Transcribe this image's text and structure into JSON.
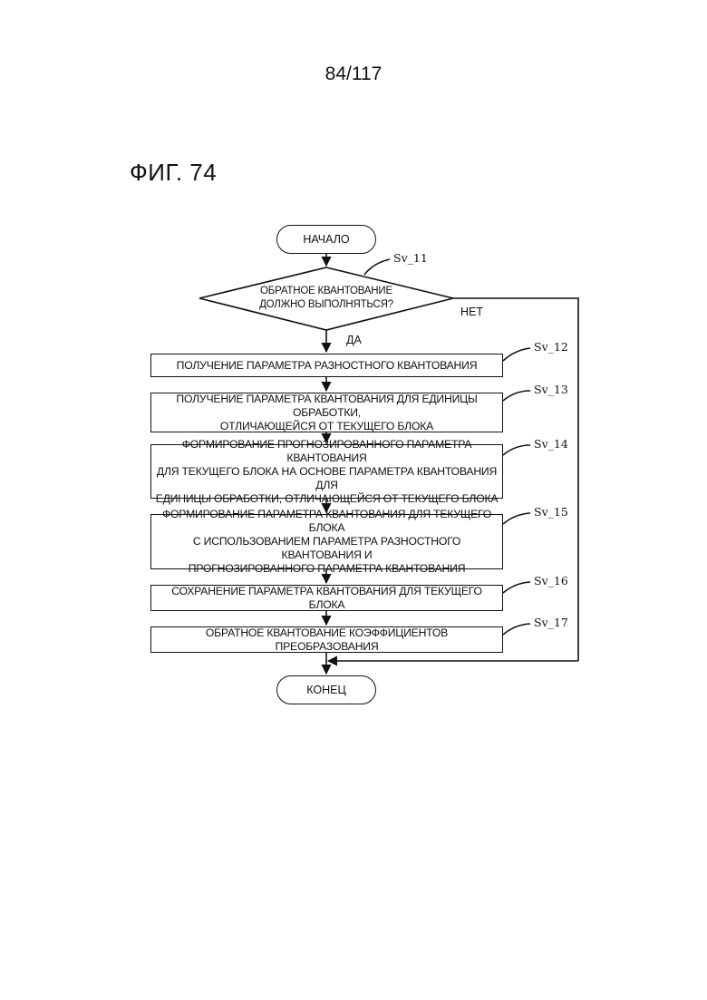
{
  "page": {
    "number": "84/117",
    "figure": "ФИГ. 74"
  },
  "flow": {
    "start": "НАЧАЛО",
    "end": "КОНЕЦ",
    "decision": {
      "step": "Sv_11",
      "lines": [
        "ОБРАТНОЕ КВАНТОВАНИЕ",
        "ДОЛЖНО ВЫПОЛНЯТЬСЯ?"
      ],
      "yes": "ДА",
      "no": "НЕТ"
    },
    "steps": [
      {
        "id": "Sv_12",
        "lines": [
          "ПОЛУЧЕНИЕ ПАРАМЕТРА РАЗНОСТНОГО КВАНТОВАНИЯ"
        ]
      },
      {
        "id": "Sv_13",
        "lines": [
          "ПОЛУЧЕНИЕ ПАРАМЕТРА КВАНТОВАНИЯ ДЛЯ ЕДИНИЦЫ ОБРАБОТКИ,",
          "ОТЛИЧАЮЩЕЙСЯ ОТ ТЕКУЩЕГО БЛОКА"
        ]
      },
      {
        "id": "Sv_14",
        "lines": [
          "ФОРМИРОВАНИЕ ПРОГНОЗИРОВАННОГО ПАРАМЕТРА КВАНТОВАНИЯ",
          "ДЛЯ ТЕКУЩЕГО БЛОКА НА ОСНОВЕ ПАРАМЕТРА КВАНТОВАНИЯ ДЛЯ",
          "ЕДИНИЦЫ ОБРАБОТКИ, ОТЛИЧАЮЩЕЙСЯ ОТ ТЕКУЩЕГО БЛОКА"
        ]
      },
      {
        "id": "Sv_15",
        "lines": [
          "ФОРМИРОВАНИЕ ПАРАМЕТРА КВАНТОВАНИЯ ДЛЯ ТЕКУЩЕГО БЛОКА",
          "С ИСПОЛЬЗОВАНИЕМ ПАРАМЕТРА РАЗНОСТНОГО КВАНТОВАНИЯ И",
          "ПРОГНОЗИРОВАННОГО ПАРАМЕТРА КВАНТОВАНИЯ"
        ]
      },
      {
        "id": "Sv_16",
        "lines": [
          "СОХРАНЕНИЕ ПАРАМЕТРА КВАНТОВАНИЯ ДЛЯ ТЕКУЩЕГО БЛОКА"
        ]
      },
      {
        "id": "Sv_17",
        "lines": [
          "ОБРАТНОЕ КВАНТОВАНИЕ КОЭФФИЦИЕНТОВ ПРЕОБРАЗОВАНИЯ"
        ]
      }
    ]
  }
}
